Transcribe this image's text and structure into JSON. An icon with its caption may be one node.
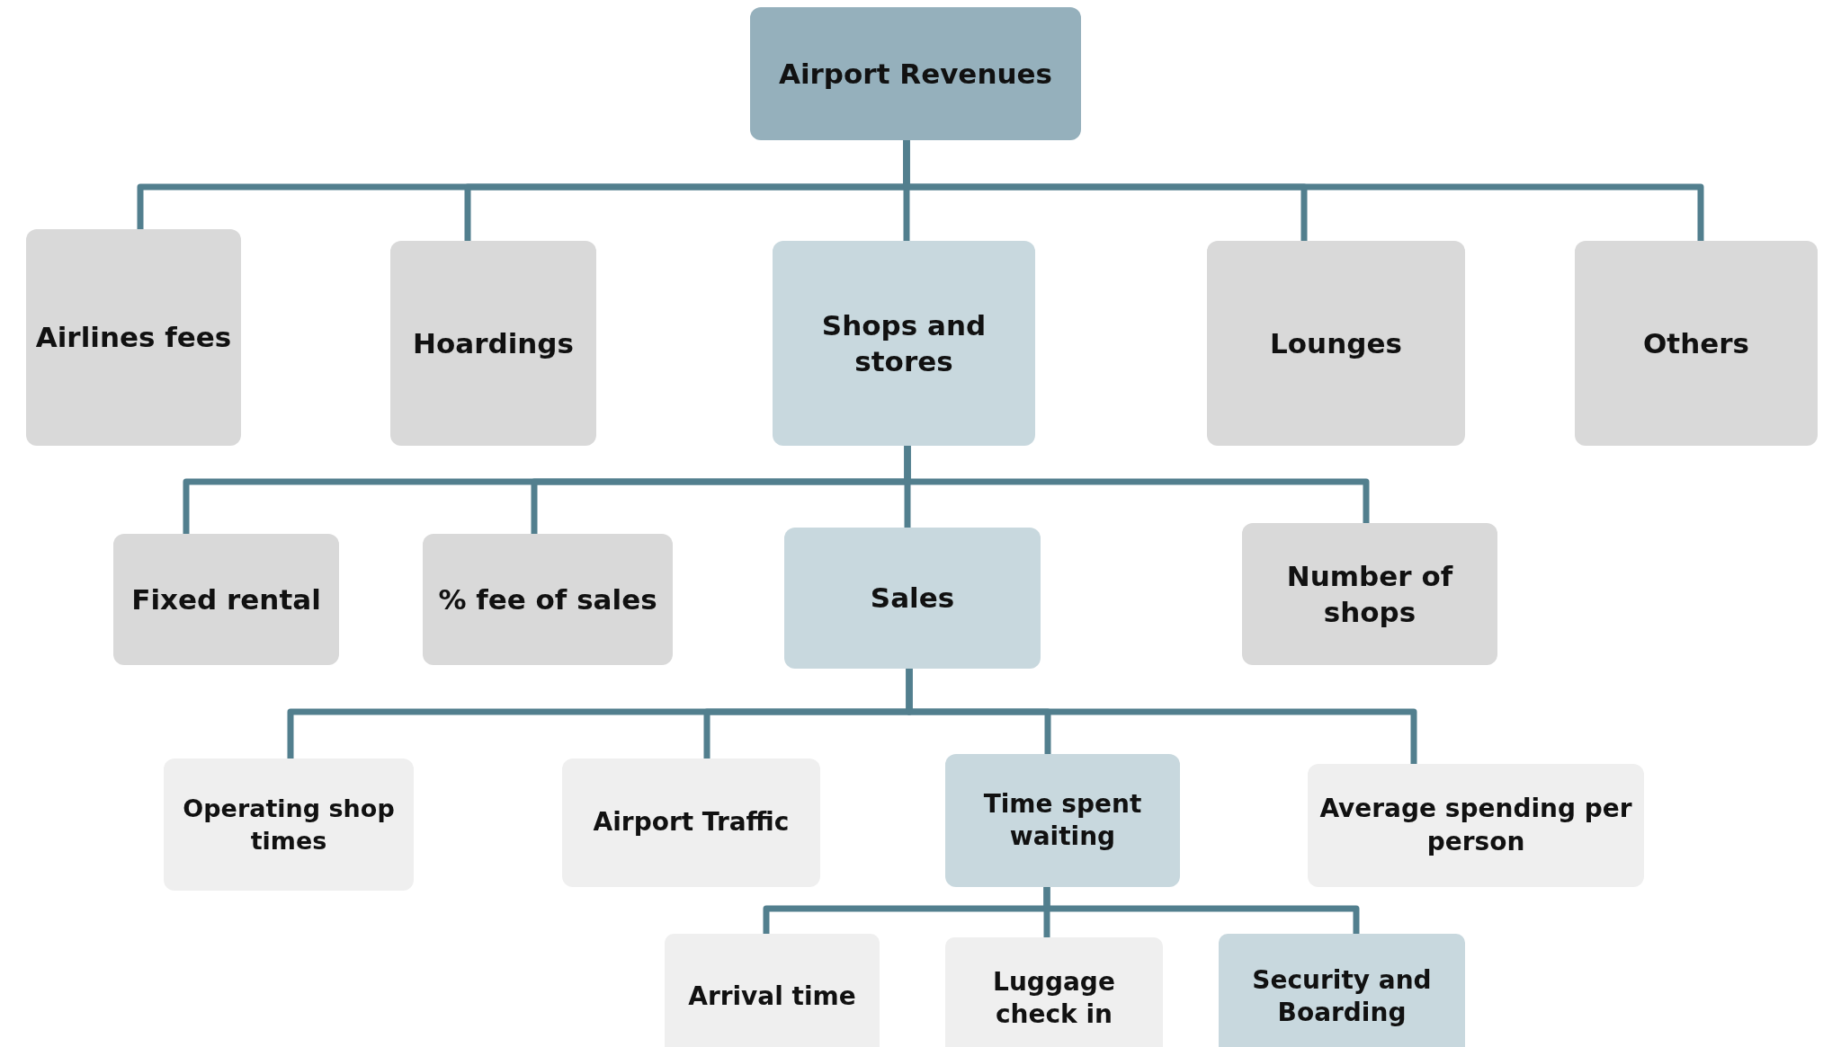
{
  "diagram": {
    "nodes": [
      {
        "text": [
          "Airport Revenues"
        ]
      },
      {
        "text": [
          "Airlines fees"
        ]
      },
      {
        "text": [
          "Hoardings"
        ]
      },
      {
        "text": [
          "Shops and stores"
        ]
      },
      {
        "text": [
          "Lounges"
        ]
      },
      {
        "text": [
          "Others"
        ]
      },
      {
        "text": [
          "Fixed rental"
        ]
      },
      {
        "text": [
          "% fee of sales"
        ]
      },
      {
        "text": [
          "Sales"
        ]
      },
      {
        "text": [
          "Number of shops"
        ]
      },
      {
        "text": [
          "Operating shop times"
        ]
      },
      {
        "text": [
          "Airport Traffic"
        ]
      },
      {
        "text": [
          "Time spent waiting"
        ]
      },
      {
        "text": [
          "Average spending per person"
        ]
      },
      {
        "text": [
          "Arrival time"
        ]
      },
      {
        "text": [
          "Luggage check in"
        ]
      },
      {
        "text": [
          "Security and Boarding"
        ]
      }
    ],
    "edges": [
      {
        "from": 0,
        "to": 1,
        "arrow": "none"
      },
      {
        "from": 0,
        "to": 2,
        "arrow": "none"
      },
      {
        "from": 0,
        "to": 3,
        "arrow": "none"
      },
      {
        "from": 0,
        "to": 4,
        "arrow": "none"
      },
      {
        "from": 0,
        "to": 5,
        "arrow": "none"
      },
      {
        "from": 3,
        "to": 6,
        "arrow": "none"
      },
      {
        "from": 3,
        "to": 7,
        "arrow": "none"
      },
      {
        "from": 3,
        "to": 8,
        "arrow": "none"
      },
      {
        "from": 3,
        "to": 9,
        "arrow": "none"
      },
      {
        "from": 8,
        "to": 10,
        "arrow": "none"
      },
      {
        "from": 8,
        "to": 11,
        "arrow": "none"
      },
      {
        "from": 8,
        "to": 12,
        "arrow": "none"
      },
      {
        "from": 8,
        "to": 13,
        "arrow": "none"
      },
      {
        "from": 12,
        "to": 14,
        "arrow": "none"
      },
      {
        "from": 12,
        "to": 15,
        "arrow": "none"
      },
      {
        "from": 12,
        "to": 16,
        "arrow": "none"
      }
    ]
  }
}
